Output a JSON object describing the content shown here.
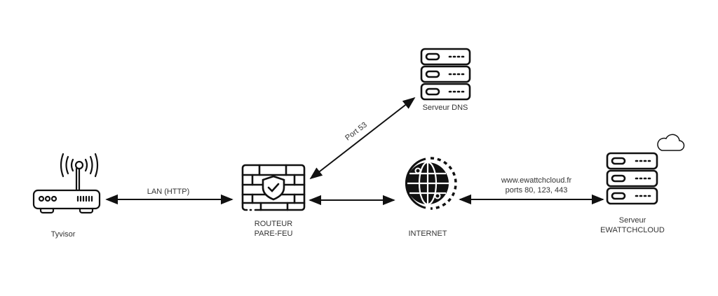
{
  "nodes": {
    "tyvisor": {
      "label": "Tyvisor",
      "icon": "wifi-router-icon"
    },
    "router": {
      "label_line1": "ROUTEUR",
      "label_line2": "PARE-FEU",
      "icon": "firewall-icon"
    },
    "internet": {
      "label": "INTERNET",
      "icon": "globe-icon"
    },
    "dns": {
      "label": "Serveur DNS",
      "icon": "server-stack-icon"
    },
    "cloud_server": {
      "label_line1": "Serveur",
      "label_line2": "EWATTCHCLOUD",
      "icon": "cloud-server-icon"
    }
  },
  "edges": {
    "lan": {
      "label": "LAN (HTTP)",
      "from": "Tyvisor",
      "to": "ROUTEUR PARE-FEU",
      "bidirectional": true
    },
    "dns": {
      "label": "Port 53",
      "from": "ROUTEUR PARE-FEU",
      "to": "Serveur DNS",
      "bidirectional": true
    },
    "wan": {
      "label": "",
      "from": "ROUTEUR PARE-FEU",
      "to": "INTERNET",
      "bidirectional": true
    },
    "cloud": {
      "label_line1": "www.ewattchcloud.fr",
      "label_line2": "ports 80, 123, 443",
      "from": "INTERNET",
      "to": "Serveur EWATTCHCLOUD",
      "bidirectional": true
    }
  },
  "colors": {
    "stroke": "#111111",
    "text": "#333333",
    "background": "#ffffff"
  }
}
